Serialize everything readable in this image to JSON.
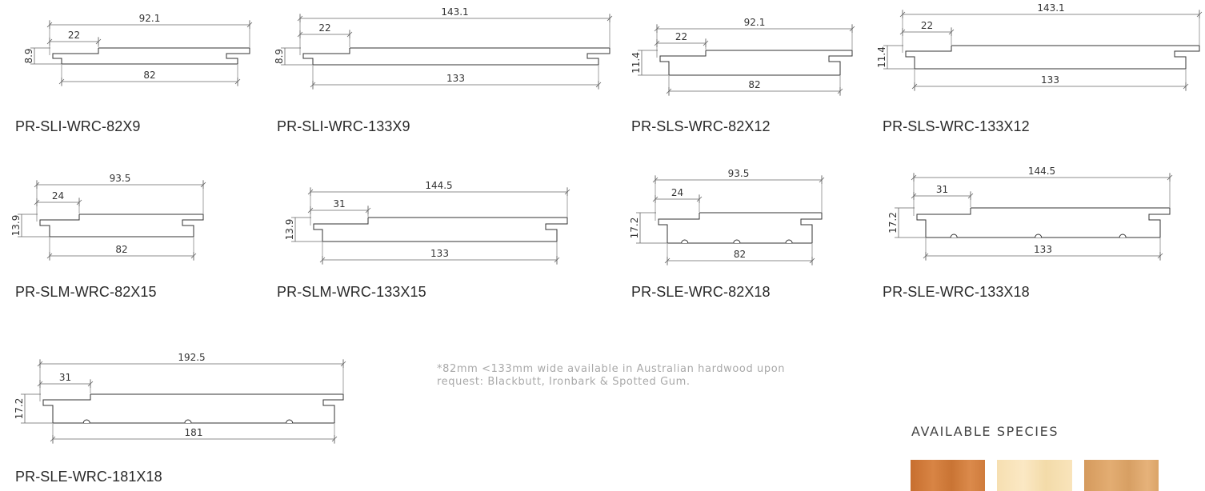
{
  "profiles": [
    {
      "code": "PR-SLI-WRC-82X9",
      "overall": "92.1",
      "lap": "22",
      "thickness": "8.9",
      "cover": "82",
      "variant": "i"
    },
    {
      "code": "PR-SLI-WRC-133X9",
      "overall": "143.1",
      "lap": "22",
      "thickness": "8.9",
      "cover": "133",
      "variant": "i"
    },
    {
      "code": "PR-SLS-WRC-82X12",
      "overall": "92.1",
      "lap": "22",
      "thickness": "11.4",
      "cover": "82",
      "variant": "s"
    },
    {
      "code": "PR-SLS-WRC-133X12",
      "overall": "143.1",
      "lap": "22",
      "thickness": "11.4",
      "cover": "133",
      "variant": "s"
    },
    {
      "code": "PR-SLM-WRC-82X15",
      "overall": "93.5",
      "lap": "24",
      "thickness": "13.9",
      "cover": "82",
      "variant": "m"
    },
    {
      "code": "PR-SLM-WRC-133X15",
      "overall": "144.5",
      "lap": "31",
      "thickness": "13.9",
      "cover": "133",
      "variant": "m"
    },
    {
      "code": "PR-SLE-WRC-82X18",
      "overall": "93.5",
      "lap": "24",
      "thickness": "17.2",
      "cover": "82",
      "variant": "e"
    },
    {
      "code": "PR-SLE-WRC-133X18",
      "overall": "144.5",
      "lap": "31",
      "thickness": "17.2",
      "cover": "133",
      "variant": "e"
    },
    {
      "code": "PR-SLE-WRC-181X18",
      "overall": "192.5",
      "lap": "31",
      "thickness": "17.2",
      "cover": "181",
      "variant": "e"
    }
  ],
  "note": "*82mm <133mm wide available in Australian hardwood upon request: Blackbutt, Ironbark & Spotted Gum.",
  "species": {
    "title": "AVAILABLE SPECIES",
    "swatches": [
      {
        "color": "#cf7b3c"
      },
      {
        "color": "#f8e3b9"
      },
      {
        "color": "#dea56a"
      }
    ]
  }
}
